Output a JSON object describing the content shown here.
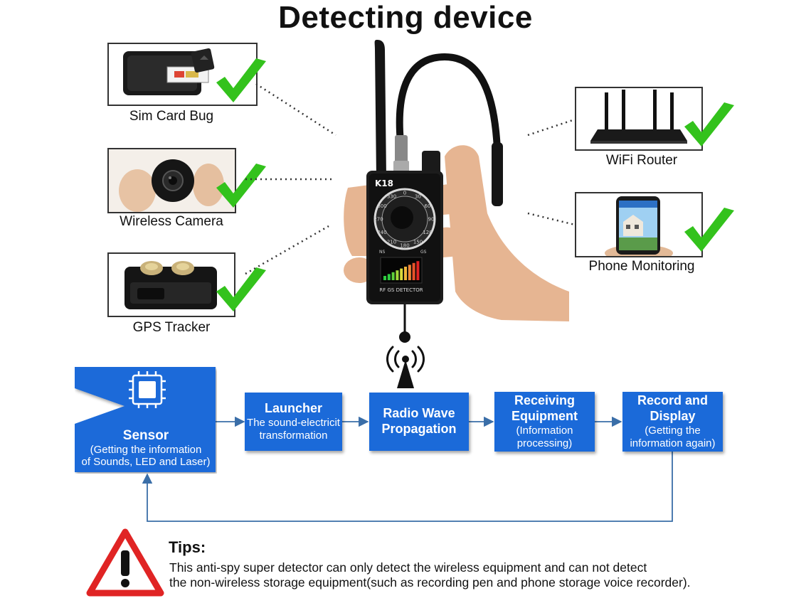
{
  "title": "Detecting device",
  "device": {
    "model": "K18",
    "indicator_ns": "NS",
    "indicator_gs": "GS",
    "panel_label": "RF GS DETECTOR",
    "dial_ticks": [
      "0",
      "30",
      "60",
      "90",
      "120",
      "150",
      "180",
      "210",
      "240",
      "270",
      "300",
      "330"
    ]
  },
  "detected_items": [
    {
      "label": "Sim Card Bug",
      "icon": "sim-card-bug-icon"
    },
    {
      "label": "Wireless Camera",
      "icon": "wireless-camera-icon"
    },
    {
      "label": "GPS Tracker",
      "icon": "gps-tracker-icon"
    },
    {
      "label": "WiFi Router",
      "icon": "wifi-router-icon"
    },
    {
      "label": "Phone Monitoring",
      "icon": "phone-monitoring-icon"
    }
  ],
  "flow": {
    "sensor": {
      "title": "Sensor",
      "sub1": "(Getting the information",
      "sub2": "of Sounds, LED and Laser)"
    },
    "launcher": {
      "title": "Launcher",
      "sub1": "The sound-electricit",
      "sub2": "transformation"
    },
    "radio": {
      "title1": "Radio Wave",
      "title2": "Propagation"
    },
    "receiving": {
      "title1": "Receiving",
      "title2": "Equipment",
      "sub1": "(Information",
      "sub2": "processing)"
    },
    "record": {
      "title1": "Record and",
      "title2": "Display",
      "sub1": "(Getting the",
      "sub2": "information again)"
    }
  },
  "tips": {
    "heading": "Tips:",
    "line1": "This anti-spy super detector can only detect the wireless equipment and can not detect",
    "line2": "the non-wireless storage equipment(such as recording pen and phone storage voice recorder)."
  },
  "colors": {
    "check_green": "#33c21c",
    "flow_blue": "#1b6ad9",
    "connector_blue": "#3a6ea8",
    "warning_red": "#e02424"
  }
}
